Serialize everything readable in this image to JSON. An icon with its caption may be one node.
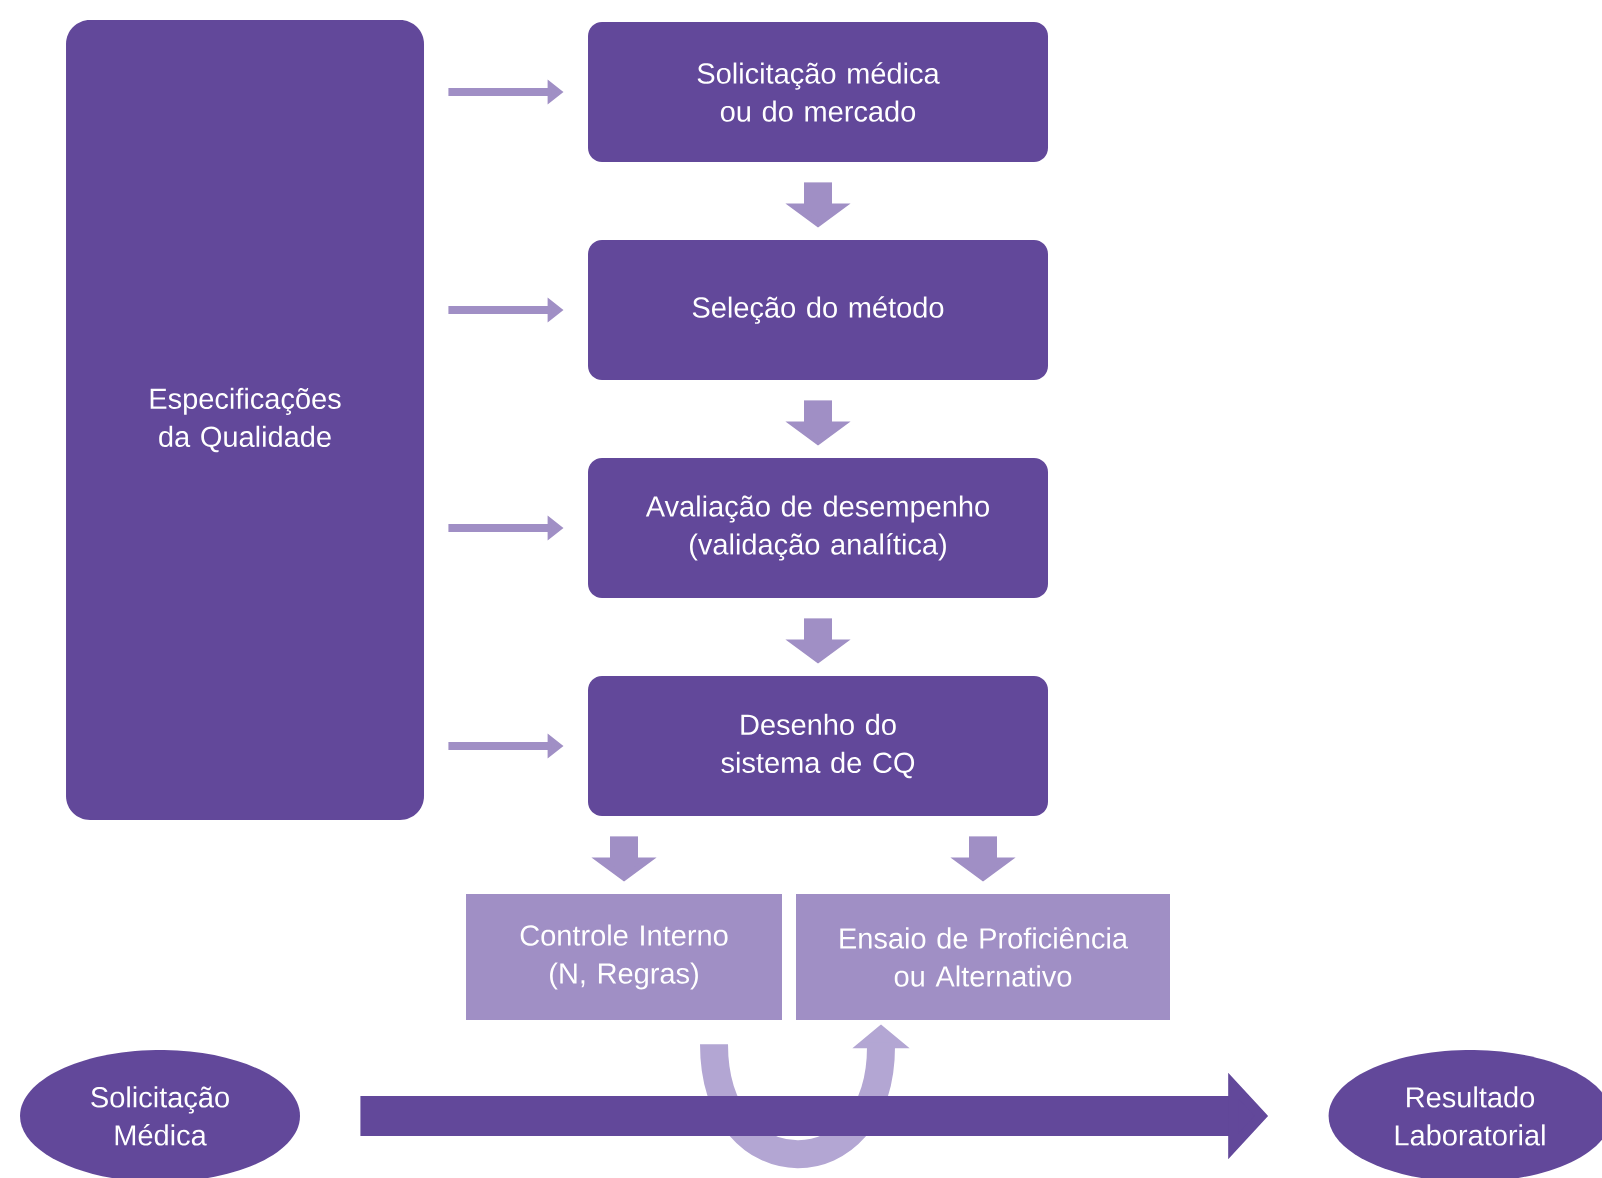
{
  "diagram": {
    "nodes": [
      {
        "text": [
          "Especificações da Qualidade"
        ]
      },
      {
        "text": [
          "Solicitação médica ou do mercado"
        ]
      },
      {
        "text": [
          "Seleção do método"
        ]
      },
      {
        "text": [
          "Avaliação de desempenho (validação analítica)"
        ]
      },
      {
        "text": [
          "Desenho do sistema de CQ"
        ]
      },
      {
        "text": [
          "Controle Interno (N, Regras)"
        ]
      },
      {
        "text": [
          "Ensaio de Proficiência ou Alternativo"
        ]
      },
      {
        "text": [
          "Solicitação Médica"
        ]
      },
      {
        "text": [
          "Resultado Laboratorial"
        ]
      }
    ],
    "edges": [
      {
        "from": 0,
        "to": 1,
        "arrow": "to"
      },
      {
        "from": 0,
        "to": 2,
        "arrow": "to"
      },
      {
        "from": 0,
        "to": 3,
        "arrow": "to"
      },
      {
        "from": 0,
        "to": 4,
        "arrow": "to"
      },
      {
        "from": 1,
        "to": 2,
        "arrow": "to"
      },
      {
        "from": 2,
        "to": 3,
        "arrow": "to"
      },
      {
        "from": 3,
        "to": 4,
        "arrow": "to"
      },
      {
        "from": 4,
        "to": 5,
        "arrow": "to"
      },
      {
        "from": 4,
        "to": 6,
        "arrow": "to"
      },
      {
        "from": 5,
        "to": 6,
        "arrow": "to",
        "color": "#b3a6d3"
      },
      {
        "from": 7,
        "to": 8,
        "arrow": "to",
        "color": "#62489a"
      }
    ]
  }
}
